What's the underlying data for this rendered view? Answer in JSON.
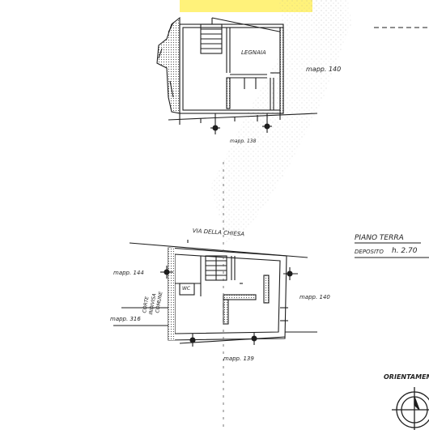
{
  "sheet": {
    "highlight_color": "#fff27a",
    "ink_color": "#1e1e1e",
    "upper_plan": {
      "room_label": "LEGNAIA",
      "east_label": "mapp. 140",
      "south_label": "mapp. 138"
    },
    "lower_plan": {
      "north_label": "VIA DELLA CHIESA",
      "west_label_top": "mapp. 144",
      "west_label_bottom": "mapp. 316",
      "court_label_1": "CORTE",
      "court_label_2": "INDIVISA",
      "court_label_3": "COMUNE",
      "wc_label": "WC",
      "east_label": "mapp. 140",
      "south_label": "mapp. 139"
    },
    "legend": {
      "title": "PIANO TERRA",
      "subtitle_prefix": "DEPOSITO",
      "subtitle_value": "h. 2.70"
    },
    "orientation_label": "ORIENTAMENTO"
  }
}
